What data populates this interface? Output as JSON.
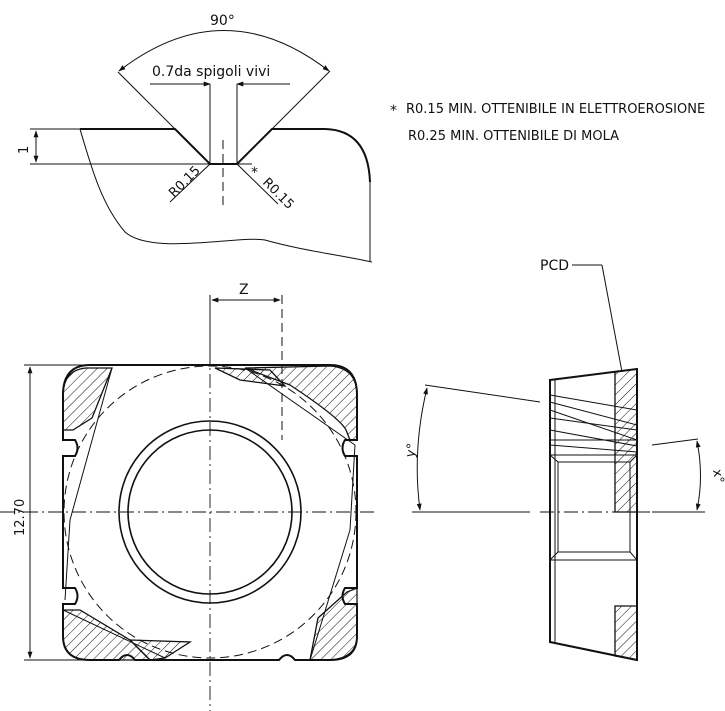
{
  "detail": {
    "angle_label": "90°",
    "edge_label": "0.7da spigoli vivi",
    "height_label": "1",
    "left_radius_label": "R0.15",
    "right_radius_label": "R0.15",
    "star_mark": "*"
  },
  "notes": {
    "star": "*",
    "line1": "R0.15 MIN. OTTENIBILE IN ELETTROEROSIONE",
    "line2": "R0.25 MIN. OTTENIBILE DI MOLA"
  },
  "front_view": {
    "z_label": "Z",
    "size_label": "12.70"
  },
  "side_view": {
    "pcd_label": "PCD",
    "y_label": "y°",
    "x_label": "x°"
  }
}
